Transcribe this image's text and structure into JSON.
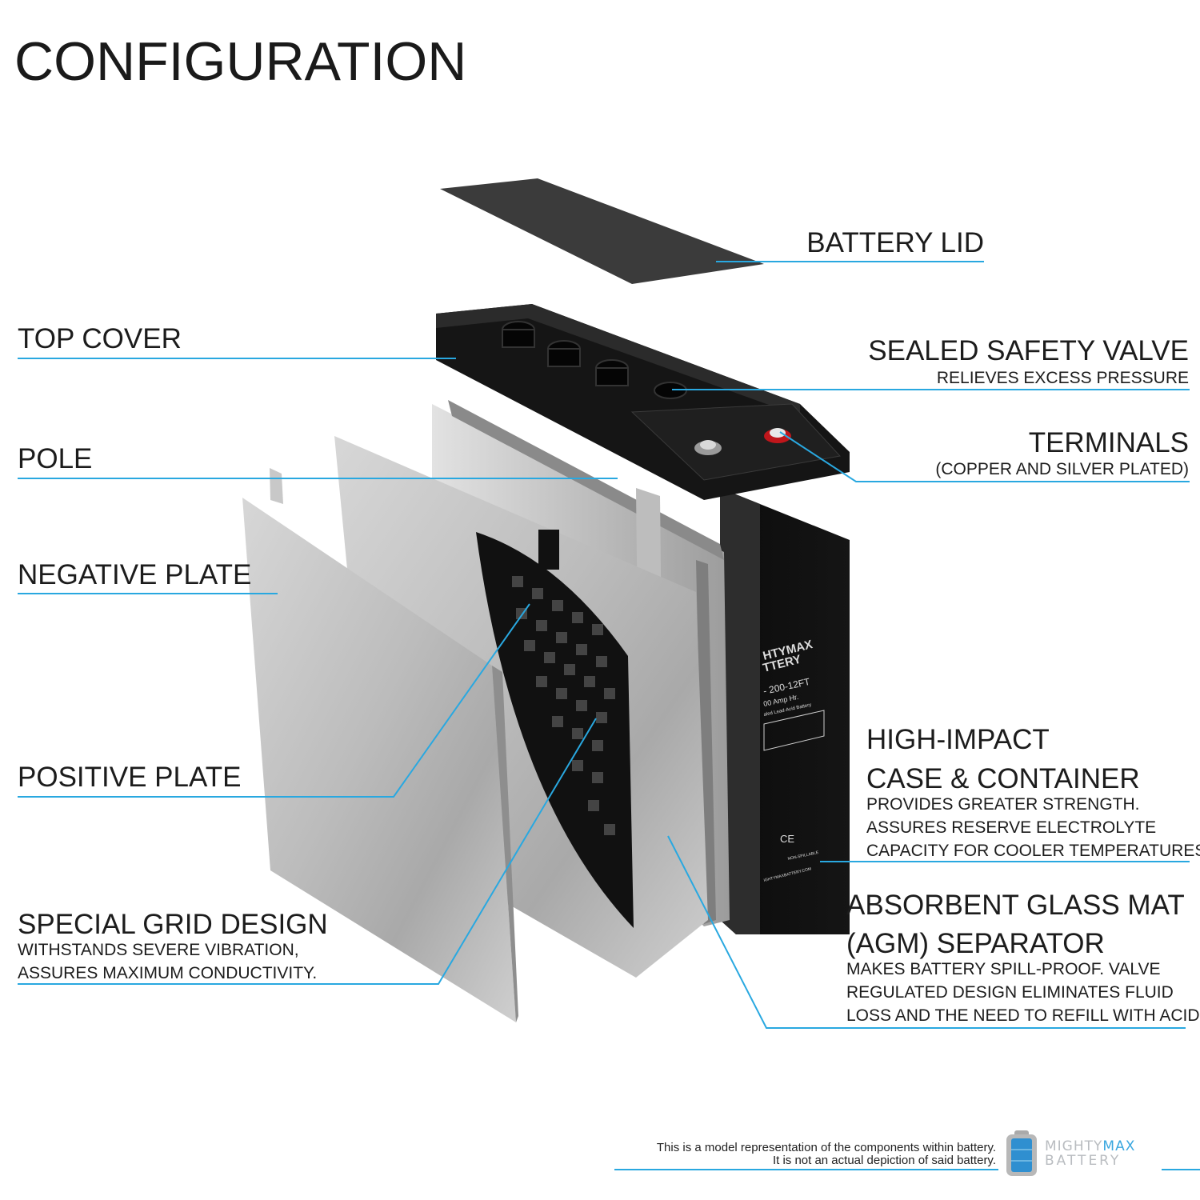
{
  "title": "CONFIGURATION",
  "labels": {
    "battery_lid": {
      "title": "BATTERY LID"
    },
    "top_cover": {
      "title": "TOP COVER"
    },
    "sealed_safety_valve": {
      "title": "SEALED SAFETY VALVE",
      "desc": "RELIEVES EXCESS PRESSURE"
    },
    "terminals": {
      "title": "TERMINALS",
      "desc": "(COPPER AND SILVER PLATED)"
    },
    "pole": {
      "title": "POLE"
    },
    "negative_plate": {
      "title": "NEGATIVE PLATE"
    },
    "positive_plate": {
      "title": "POSITIVE PLATE"
    },
    "special_grid": {
      "title": "SPECIAL GRID DESIGN",
      "desc": [
        "WITHSTANDS SEVERE VIBRATION,",
        "ASSURES MAXIMUM CONDUCTIVITY."
      ]
    },
    "case": {
      "title": [
        "HIGH-IMPACT",
        "CASE & CONTAINER"
      ],
      "desc": [
        "PROVIDES GREATER STRENGTH.",
        "ASSURES RESERVE ELECTROLYTE",
        "CAPACITY FOR COOLER TEMPERATURES."
      ]
    },
    "agm": {
      "title": [
        "ABSORBENT GLASS MAT",
        "(AGM) SEPARATOR"
      ],
      "desc": [
        "MAKES BATTERY SPILL-PROOF. VALVE",
        "REGULATED DESIGN ELIMINATES FLUID",
        "LOSS AND THE NEED TO REFILL WITH ACID."
      ]
    }
  },
  "battery_label": {
    "brand": [
      "HTYMAX",
      "TTERY"
    ],
    "model": "- 200-12FT",
    "capacity": "00 Amp Hr.",
    "type": "aled Lead-Acid Battery",
    "non_spillable": "NON-SPILLABLE",
    "website": "IGHTYMAXBATTERY.COM"
  },
  "footer": {
    "disclaimer": [
      "This is a model representation of the components within battery.",
      "It is not an actual depiction of said battery."
    ],
    "logo": {
      "line1a": "MIGHTY",
      "line1b": "MAX",
      "line2": "BATTERY"
    }
  },
  "colors": {
    "leader_line": "#29a8e0",
    "text": "#1c1c1c",
    "case": "#111111",
    "lid": "#3b3b3b"
  }
}
